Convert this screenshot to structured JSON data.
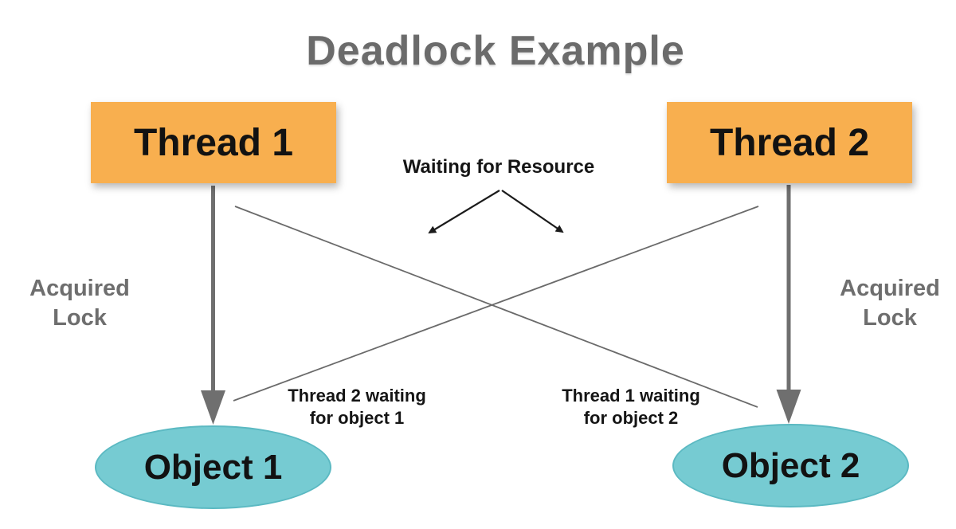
{
  "title": "Deadlock Example",
  "nodes": {
    "thread1": {
      "label": "Thread 1"
    },
    "thread2": {
      "label": "Thread 2"
    },
    "object1": {
      "label": "Object 1"
    },
    "object2": {
      "label": "Object 2"
    }
  },
  "labels": {
    "waiting_for_resource": "Waiting for Resource",
    "acquired_lock_left": "Acquired\nLock",
    "acquired_lock_right": "Acquired\nLock",
    "thread2_waiting": "Thread 2 waiting\nfor object 1",
    "thread1_waiting": "Thread 1 waiting\nfor object 2"
  },
  "colors": {
    "thread_box_fill": "#f8af4f",
    "object_ellipse_fill": "#76cbd2",
    "object_ellipse_stroke": "#5bb9c2",
    "title_text": "#6b6b6b",
    "gray_label_text": "#6e6e6e",
    "node_text": "#121212",
    "acquired_lock_arrow": "#6f6f6f",
    "waiting_edge_line": "#6a6a6a",
    "pointer_arrow": "#1b1b1b",
    "background": "#ffffff"
  }
}
